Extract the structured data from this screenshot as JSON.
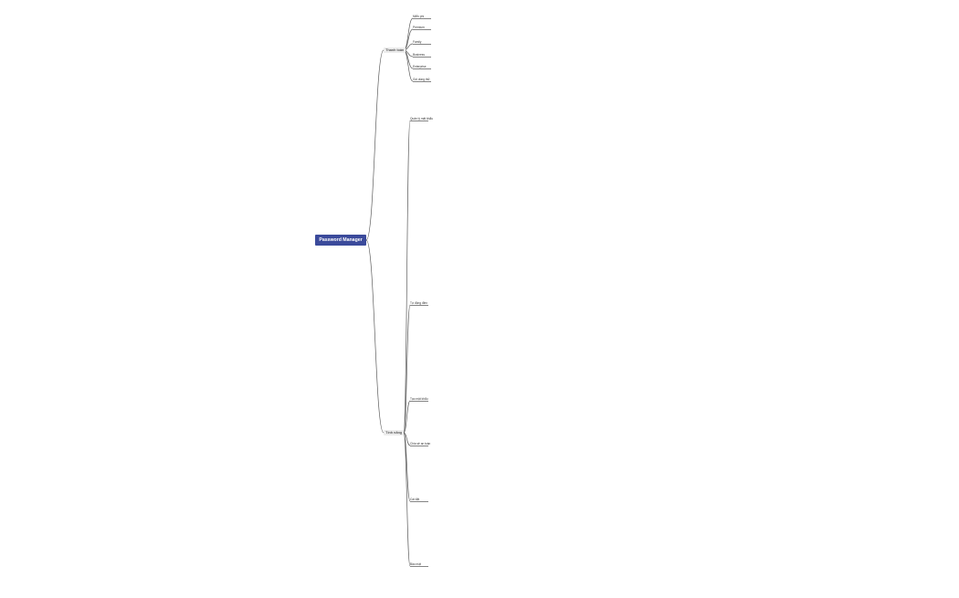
{
  "root": "Password Manager",
  "branches": [
    {
      "label": "Thanh toán",
      "children": [
        {
          "label": "Miễn phí",
          "children": []
        },
        {
          "label": "Premium",
          "children": []
        },
        {
          "label": "Family",
          "children": []
        },
        {
          "label": "Business",
          "children": []
        },
        {
          "label": "Enterprise",
          "children": []
        },
        {
          "label": "Gói dùng thử",
          "children": []
        }
      ]
    },
    {
      "label": "Tính năng",
      "children": [
        {
          "label": "Quản lý mật khẩu",
          "children": []
        },
        {
          "label": "Tự động điền",
          "children": []
        },
        {
          "label": "Tạo mật khẩu",
          "children": []
        },
        {
          "label": "Chia sẻ an toàn",
          "children": []
        },
        {
          "label": "Cài đặt",
          "children": []
        },
        {
          "label": "Bảo mật",
          "children": []
        }
      ]
    }
  ]
}
